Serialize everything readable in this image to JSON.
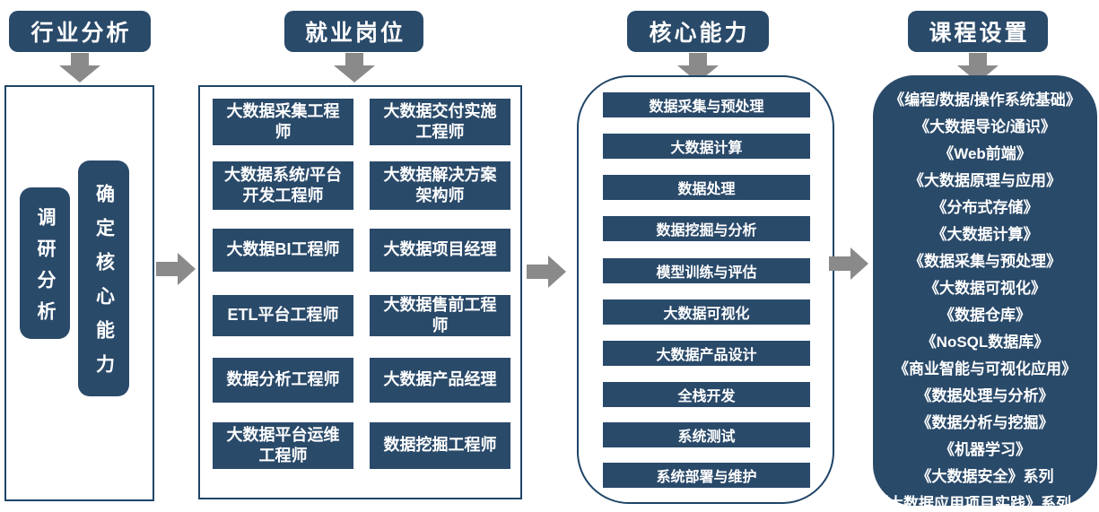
{
  "colors": {
    "navy": "#2a4a6a",
    "border": "#1f4568",
    "arrow": "#8a8a8a"
  },
  "industry": {
    "header": "行业分析",
    "pill_research": "调研分析",
    "pill_core": "确定核心能力"
  },
  "jobs": {
    "header": "就业岗位",
    "left": [
      "大数据采集工程师",
      "大数据系统/平台开发工程师",
      "大数据BI工程师",
      "ETL平台工程师",
      "数据分析工程师",
      "大数据平台运维工程师"
    ],
    "right": [
      "大数据交付实施工程师",
      "大数据解决方案架构师",
      "大数据项目经理",
      "大数据售前工程师",
      "大数据产品经理",
      "数据挖掘工程师"
    ]
  },
  "abilities": {
    "header": "核心能力",
    "items": [
      "数据采集与预处理",
      "大数据计算",
      "数据处理",
      "数据挖掘与分析",
      "模型训练与评估",
      "大数据可视化",
      "大数据产品设计",
      "全栈开发",
      "系统测试",
      "系统部署与维护"
    ]
  },
  "courses": {
    "header": "课程设置",
    "items": [
      "《编程/数据/操作系统基础》",
      "《大数据导论/通识》",
      "《Web前端》",
      "《大数据原理与应用》",
      "《分布式存储》",
      "《大数据计算》",
      "《数据采集与预处理》",
      "《大数据可视化》",
      "《数据仓库》",
      "《NoSQL数据库》",
      "《商业智能与可视化应用》",
      "《数据处理与分析》",
      "《数据分析与挖掘》",
      "《机器学习》",
      "《大数据安全》系列",
      "《大数据应用项目实践》系列"
    ]
  }
}
